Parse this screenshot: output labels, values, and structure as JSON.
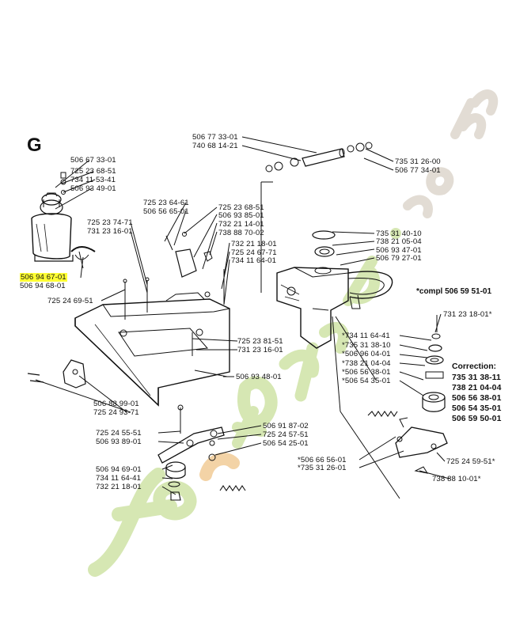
{
  "section": "G",
  "compl_note": "*compl 506 59 51-01",
  "correction": {
    "title": "Correction:",
    "items": [
      "735 31 38-11",
      "738 21 04-04",
      "506 56 38-01",
      "506 54 35-01",
      "506 59 50-01"
    ]
  },
  "labels": {
    "l1": "506 67 33-01",
    "l2": "725 23 68-51",
    "l3": "734 11 53-41",
    "l4": "506 93 49-01",
    "l5": "506 94 67-01",
    "l6": "506 94 68-01",
    "l7": "725 24 69-51",
    "l8": "725 23 74-71",
    "l9": "731 23 16-01",
    "l10": "725 23 64-61",
    "l11": "506 56 65-01",
    "l12": "725 23 68-51",
    "l13": "506 93 85-01",
    "l14": "732 21 14-01",
    "l15": "738 88 70-02",
    "l16": "732 21 18-01",
    "l17": "725 24 67-71",
    "l18": "734 11 64-01",
    "l19": "506 77 33-01",
    "l20": "740 68 14-21",
    "l21": "735 31 26-00",
    "l22": "506 77 34-01",
    "l23": "735 31 40-10",
    "l24": "738 21 05-04",
    "l25": "506 93 47-01",
    "l26": "506 79 27-01",
    "l27": "731 23 18-01*",
    "l28": "*734 11 64-41",
    "l29": "*735 31 38-10",
    "l30": "*506 96 04-01",
    "l31": "*738 21 04-04",
    "l32": "*506 56 38-01",
    "l33": "*506 54 35-01",
    "l34": "725 23 81-51",
    "l35": "731 23 16-01",
    "l36": "506 93 48-01",
    "l37": "506 88 99-01",
    "l38": "725 24 93-71",
    "l39": "725 24 55-51",
    "l40": "506 93 89-01",
    "l41": "506 91 87-02",
    "l42": "725 24 57-51",
    "l43": "506 54 25-01",
    "l44": "*506 66 56-01",
    "l45": "*735 31 26-01",
    "l46": "725 24 59-51*",
    "l47": "738 88 10-01*",
    "l48": "506 94 69-01",
    "l49": "734 11 64-41",
    "l50": "732 21 18-01"
  },
  "colors": {
    "highlight": "#ffff33",
    "watermark_green": "#d6e7b3",
    "watermark_orange": "#f3d3a6",
    "watermark_grey": "#e2dcd4"
  },
  "watermark": "Fort Jardin .com"
}
